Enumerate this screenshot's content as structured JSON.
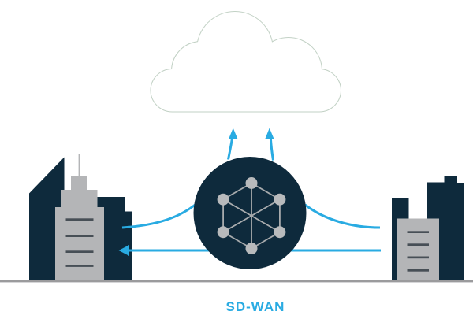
{
  "title": "SD-WAN network diagram",
  "label": {
    "text": "SD-WAN"
  },
  "colors": {
    "bg": "#ffffff",
    "navy": "#0e2a3c",
    "cyan": "#29abe2",
    "gray": "#b4b5b7",
    "window": "#474f56",
    "ground": "#9b9b9d",
    "cloud": "#ffffff",
    "cloudEdge": "#bccdbf",
    "node": "#b8babc",
    "meshLine": "#a8abad"
  },
  "diagram": {
    "type": "network-topology",
    "nodes": [
      {
        "id": "cloud",
        "icon": "cloud-icon",
        "description": "internet / cloud"
      },
      {
        "id": "sdwan-fabric",
        "icon": "mesh-network-icon",
        "label": "SD-WAN",
        "description": "dark circle with 6-node mesh hexagon"
      },
      {
        "id": "site-left",
        "icon": "city-buildings-icon",
        "description": "left branch site skyline"
      },
      {
        "id": "site-right",
        "icon": "city-buildings-icon",
        "description": "right branch site skyline"
      }
    ],
    "links": [
      {
        "from": "sdwan-fabric",
        "to": "cloud",
        "style": "curved-up-arrows",
        "count": 2
      },
      {
        "from": "site-left",
        "to": "sdwan-fabric",
        "style": "curve"
      },
      {
        "from": "site-right",
        "to": "sdwan-fabric",
        "style": "curve"
      },
      {
        "from": "site-right",
        "to": "site-left",
        "style": "straight-line-left-arrow"
      }
    ]
  }
}
